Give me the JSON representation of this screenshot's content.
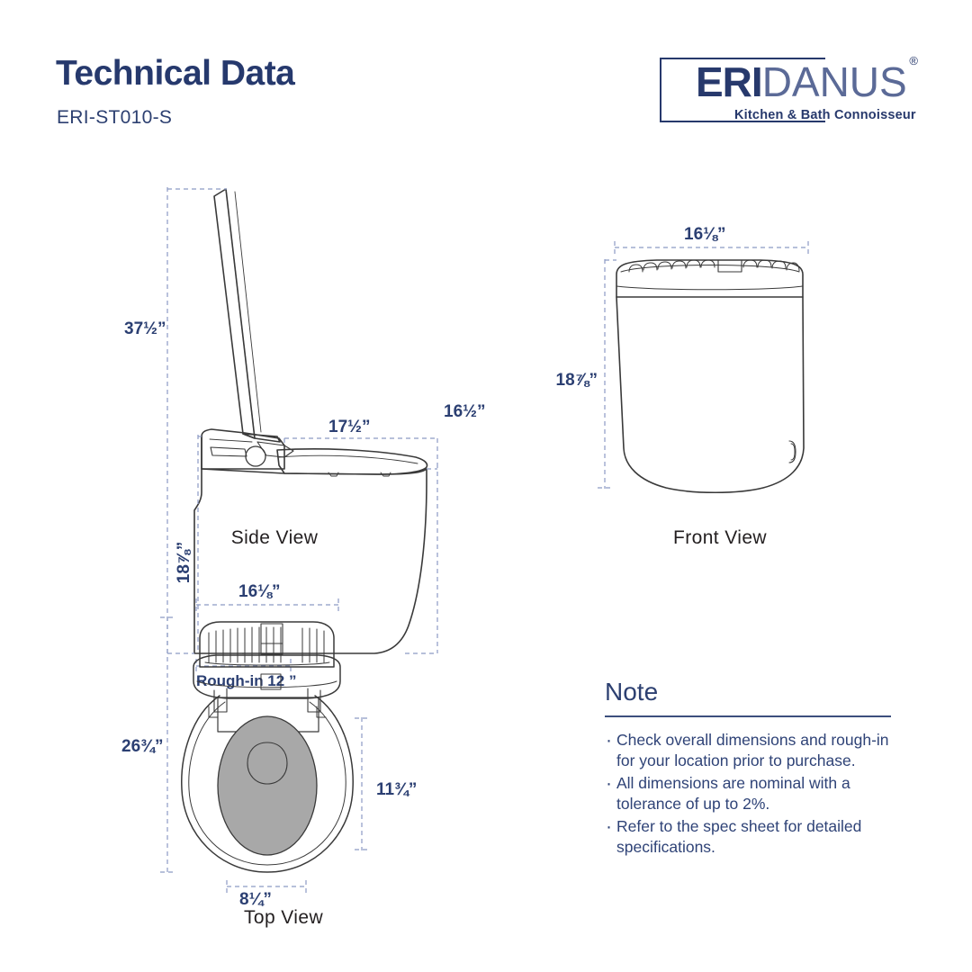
{
  "header": {
    "title": "Technical Data",
    "model": "ERI-ST010-S"
  },
  "logo": {
    "brand_bold": "ERI",
    "brand_light": "DANUS",
    "registered": "®",
    "tagline": "Kitchen & Bath Connoisseur"
  },
  "views": {
    "side": {
      "label": "Side View",
      "dimensions": {
        "overall_height": "37½”",
        "seat_height": "18⅞”",
        "seat_depth": "17½”",
        "bowl_height": "16½”",
        "rough_in": "Rough-in 12 ”"
      }
    },
    "front": {
      "label": "Front View",
      "dimensions": {
        "width": "16⅛”",
        "height": "18⅞”"
      }
    },
    "top": {
      "label": "Top View",
      "dimensions": {
        "width": "16⅛”",
        "depth": "26¾”",
        "bowl_opening": "11¾”",
        "front_width": "8¼”"
      }
    }
  },
  "note": {
    "title": "Note",
    "items": [
      "Check overall dimensions and rough-in for your location prior to purchase.",
      "All dimensions are nominal with a tolerance of up to 2%.",
      "Refer to the spec sheet for detailed specifications."
    ]
  },
  "colors": {
    "navy": "#27396c",
    "dim_text": "#2b3f72",
    "dim_line": "#8c9ac4",
    "outline": "#3a3a3a",
    "bowl_fill": "#a8a8a8",
    "label_text": "#231f20"
  }
}
